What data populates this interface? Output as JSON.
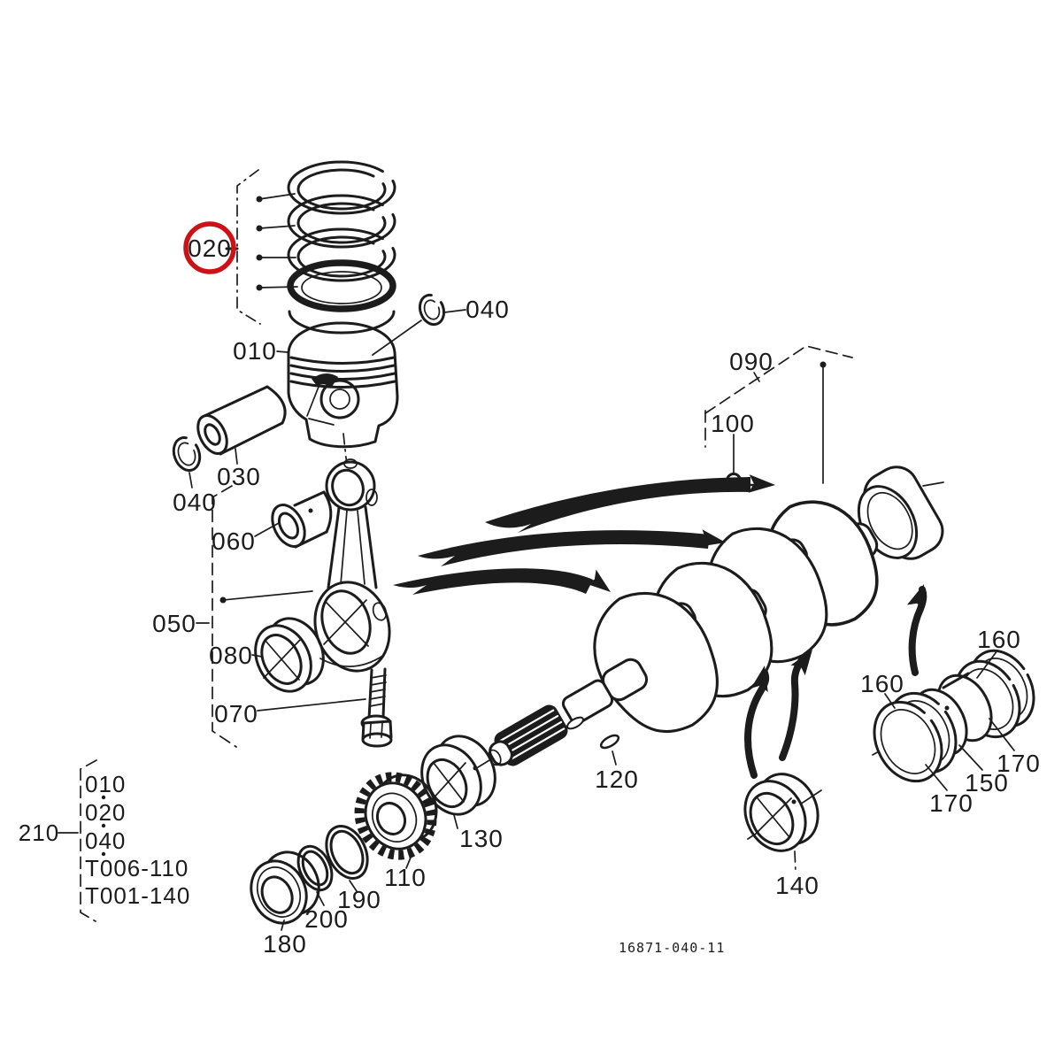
{
  "drawing": {
    "number": "16871-040-11",
    "highlight_color": "#cd1117",
    "ink_color": "#1c1c1c",
    "background": "#ffffff"
  },
  "callouts": {
    "piston_rings": "020",
    "piston": "010",
    "piston_pin": "030",
    "circlip_top": "040",
    "circlip_left": "040",
    "rod_group": "050",
    "small_end_bushing": "060",
    "rod_bolt": "070",
    "rod_bearing": "080",
    "crankshaft_group": "090",
    "steel_ball": "100",
    "gear": "110",
    "key": "120",
    "front_collar": "130",
    "main_bearing": "140",
    "bearing_holder": "150",
    "thrust_washer_top": "160",
    "thrust_washer_left": "160",
    "side_washer_right": "170",
    "side_washer_bottom": "170",
    "rear_collar": "180",
    "snap_ring": "190",
    "o_ring": "200",
    "kit_group": "210"
  },
  "kit": {
    "items": [
      "010",
      "020",
      "040",
      "T006-110",
      "T001-140"
    ]
  }
}
